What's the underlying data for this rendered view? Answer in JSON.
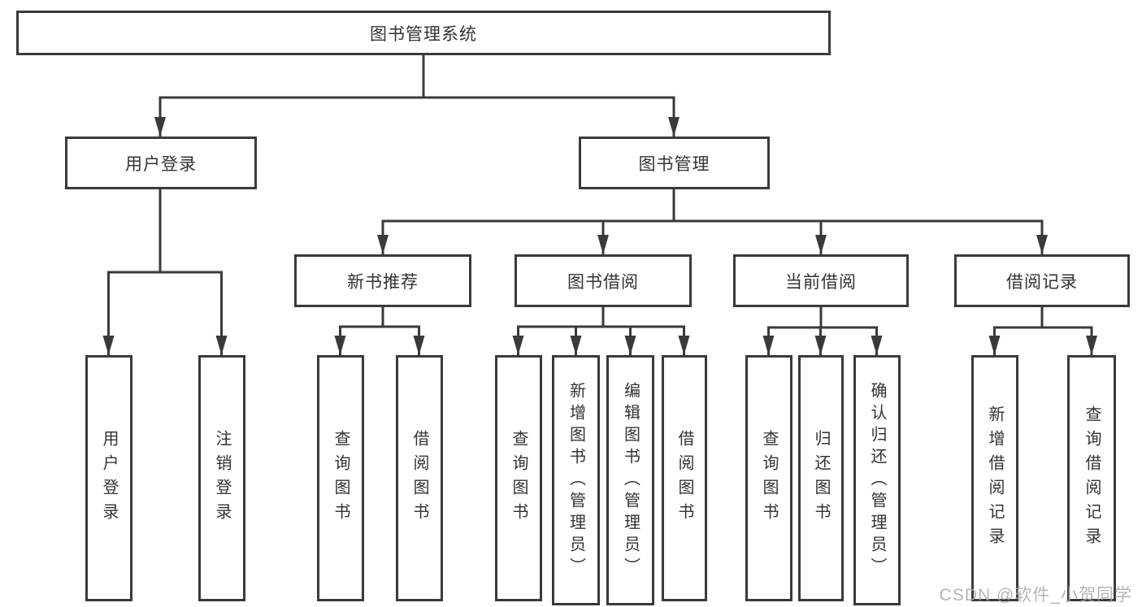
{
  "diagram": {
    "root": {
      "label": "图书管理系统"
    },
    "children": [
      {
        "label": "用户登录",
        "children": [
          {
            "label": "用户登录"
          },
          {
            "label": "注销登录"
          }
        ]
      },
      {
        "label": "图书管理",
        "children": [
          {
            "label": "新书推荐",
            "children": [
              {
                "label": "查询图书"
              },
              {
                "label": "借阅图书"
              }
            ]
          },
          {
            "label": "图书借阅",
            "children": [
              {
                "label": "查询图书"
              },
              {
                "label": "新增图书（管理员）"
              },
              {
                "label": "编辑图书（管理员）"
              },
              {
                "label": "借阅图书"
              }
            ]
          },
          {
            "label": "当前借阅",
            "children": [
              {
                "label": "查询图书"
              },
              {
                "label": "归还图书"
              },
              {
                "label": "确认归还（管理员）"
              }
            ]
          },
          {
            "label": "借阅记录",
            "children": [
              {
                "label": "新增借阅记录"
              },
              {
                "label": "查询借阅记录"
              }
            ]
          }
        ]
      }
    ],
    "watermark": "CSDN @软件_小贺同学",
    "colors": {
      "line": "#3a3a3a",
      "text": "#333333",
      "watermark": "#a9a9af",
      "background": "#ffffff"
    }
  }
}
